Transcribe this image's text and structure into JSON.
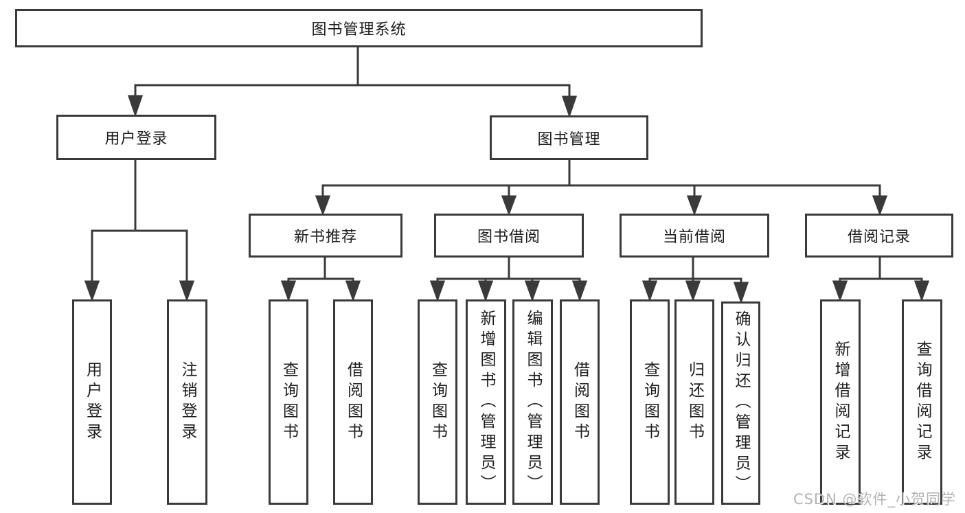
{
  "diagram_title": "图书管理系统",
  "tree": {
    "label": "图书管理系统",
    "children": [
      {
        "label": "用户登录",
        "children": [
          {
            "label": "用户登录"
          },
          {
            "label": "注销登录"
          }
        ]
      },
      {
        "label": "图书管理",
        "children": [
          {
            "label": "新书推荐",
            "children": [
              {
                "label": "查询图书"
              },
              {
                "label": "借阅图书"
              }
            ]
          },
          {
            "label": "图书借阅",
            "children": [
              {
                "label": "查询图书"
              },
              {
                "label": "新增图书（管理员）"
              },
              {
                "label": "编辑图书（管理员）"
              },
              {
                "label": "借阅图书"
              }
            ]
          },
          {
            "label": "当前借阅",
            "children": [
              {
                "label": "查询图书"
              },
              {
                "label": "归还图书"
              },
              {
                "label": "确认归还（管理员）"
              }
            ]
          },
          {
            "label": "借阅记录",
            "children": [
              {
                "label": "新增借阅记录"
              },
              {
                "label": "查询借阅记录"
              }
            ]
          }
        ]
      }
    ]
  },
  "watermark": {
    "text": "CSDN @软件_小贺同学"
  },
  "colors": {
    "line": "#3a3a3a",
    "text": "#1d1d1d",
    "background": "#ffffff",
    "watermark": "#b3b3b3"
  }
}
